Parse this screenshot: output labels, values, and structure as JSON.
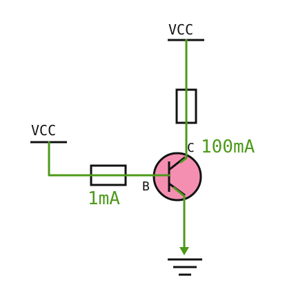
{
  "diagram": {
    "labels": {
      "vcc_top": "VCC",
      "vcc_left": "VCC",
      "collector": "C",
      "base": "B",
      "collector_current": "100mA",
      "base_current": "1mA"
    },
    "colors": {
      "wire": "#4c9a1a",
      "ink": "#111111",
      "transistor_fill": "#f48fb1",
      "current_text": "#4c9a1a"
    }
  }
}
